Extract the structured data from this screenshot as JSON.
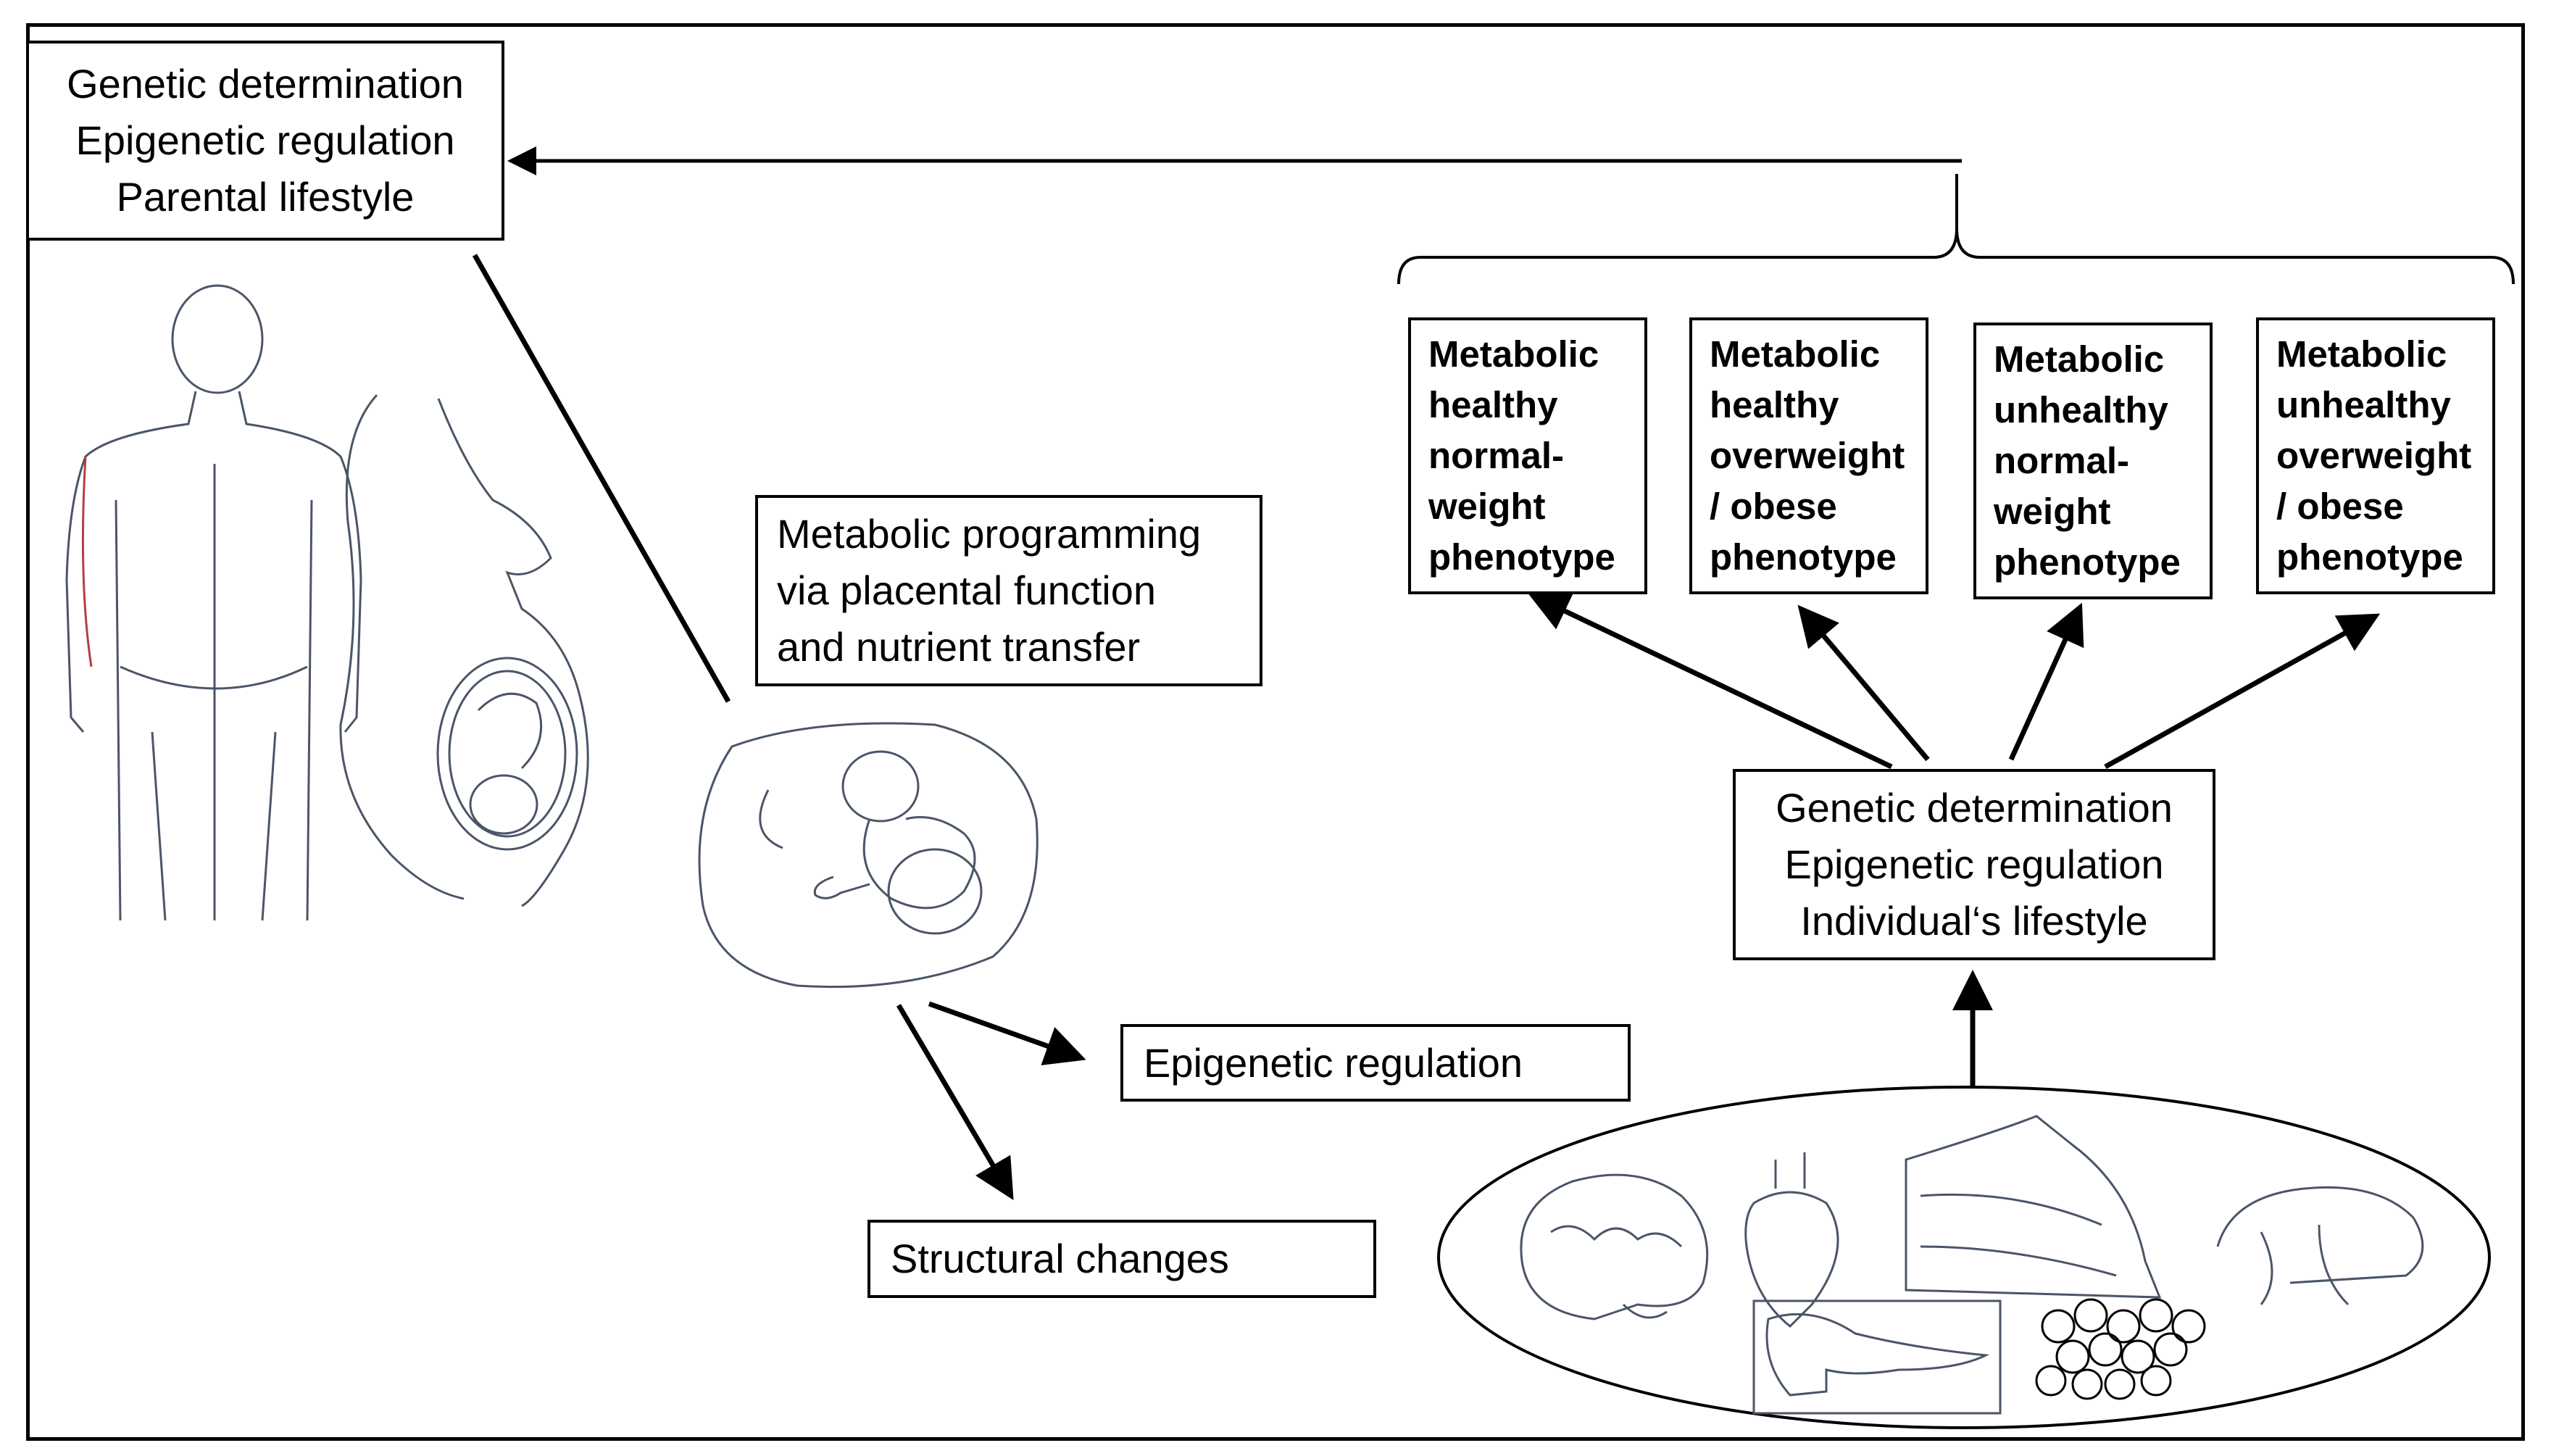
{
  "parental_box": {
    "lines": [
      "Genetic determination",
      "Epigenetic regulation",
      "Parental lifestyle"
    ]
  },
  "programming_box": {
    "lines": [
      "Metabolic programming",
      "via placental function",
      "and nutrient transfer"
    ]
  },
  "epigenetic_box": {
    "label": "Epigenetic regulation"
  },
  "structural_box": {
    "label": "Structural changes"
  },
  "individual_box": {
    "lines": [
      "Genetic determination",
      "Epigenetic regulation",
      "Individual‘s lifestyle"
    ]
  },
  "phenotypes": [
    {
      "lines": [
        "Metabolic",
        "healthy",
        "normal-",
        "weight",
        "phenotype"
      ]
    },
    {
      "lines": [
        "Metabolic",
        "healthy",
        "overweight",
        "/ obese",
        "phenotype"
      ]
    },
    {
      "lines": [
        "Metabolic",
        "unhealthy",
        "normal-",
        "weight",
        "phenotype"
      ]
    },
    {
      "lines": [
        "Metabolic",
        "unhealthy",
        "overweight",
        "/ obese",
        "phenotype"
      ]
    }
  ],
  "illustrations": [
    "adult-figure-sketch",
    "pregnant-woman-sketch",
    "fetus-in-utero-sketch",
    "brain-sketch",
    "heart-sketch",
    "muscle-sketch",
    "liver-sketch",
    "pancreas-sketch",
    "adipose-tissue-sketch"
  ]
}
